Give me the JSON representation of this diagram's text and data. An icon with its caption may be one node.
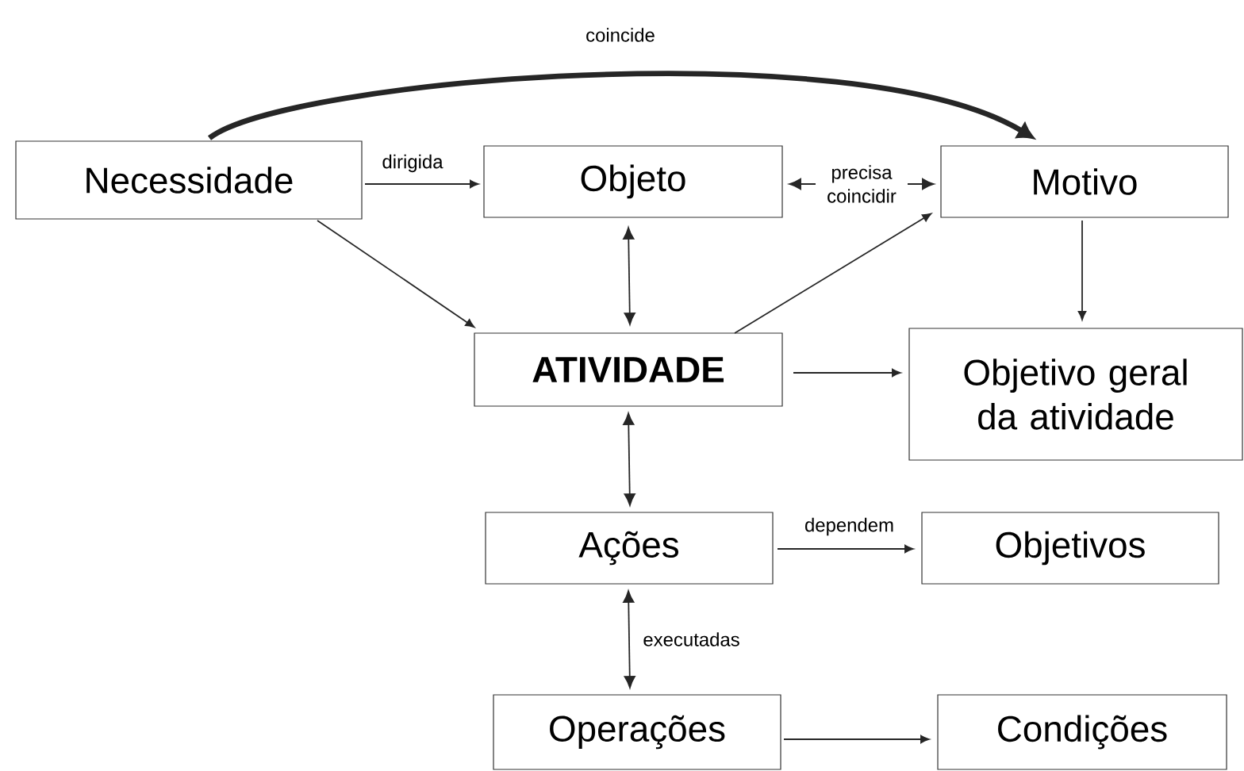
{
  "diagram": {
    "nodes": [
      {
        "text": [
          "Necessidade"
        ]
      },
      {
        "text": [
          "Objeto"
        ]
      },
      {
        "text": [
          "Motivo"
        ]
      },
      {
        "text": [
          "ATIVIDADE"
        ]
      },
      {
        "text": [
          "Objetivo geral da atividade"
        ]
      },
      {
        "text": [
          "Ações"
        ]
      },
      {
        "text": [
          "Objetivos"
        ]
      },
      {
        "text": [
          "Operações"
        ]
      },
      {
        "text": [
          "Condições"
        ]
      }
    ],
    "edges": [
      {
        "from": 0,
        "to": 2,
        "arrow": "to",
        "label": "coincide",
        "style": "thick"
      },
      {
        "from": 0,
        "to": 1,
        "arrow": "to",
        "label": "dirigida"
      },
      {
        "from": 1,
        "to": 2,
        "arrow": "both",
        "label": "precisa coincidir"
      },
      {
        "from": 0,
        "to": 3,
        "arrow": "to"
      },
      {
        "from": 1,
        "to": 3,
        "arrow": "both"
      },
      {
        "from": 3,
        "to": 2,
        "arrow": "to"
      },
      {
        "from": 2,
        "to": 4,
        "arrow": "to"
      },
      {
        "from": 3,
        "to": 4,
        "arrow": "to"
      },
      {
        "from": 3,
        "to": 5,
        "arrow": "both"
      },
      {
        "from": 5,
        "to": 6,
        "arrow": "to",
        "label": "dependem"
      },
      {
        "from": 5,
        "to": 7,
        "arrow": "both",
        "label": "executadas"
      },
      {
        "from": 7,
        "to": 8,
        "arrow": "to"
      }
    ]
  }
}
